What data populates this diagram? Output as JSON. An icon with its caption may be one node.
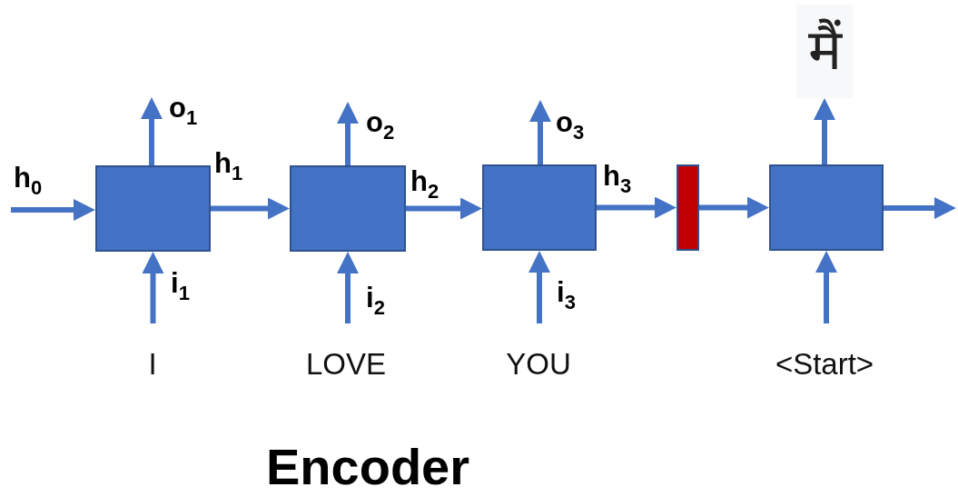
{
  "diagram": {
    "caption": "Encoder",
    "nodes": [
      {
        "text": [],
        "shape": "box"
      },
      {
        "text": [],
        "shape": "box"
      },
      {
        "text": [],
        "shape": "box"
      },
      {
        "text": [],
        "shape": "bar"
      },
      {
        "text": [],
        "shape": "box"
      },
      {
        "text": [
          "I"
        ]
      },
      {
        "text": [
          "LOVE"
        ]
      },
      {
        "text": [
          "YOU"
        ]
      },
      {
        "text": [
          "<Start>"
        ]
      },
      {
        "text": [
          "मैं"
        ]
      }
    ],
    "edges": [
      {
        "from": null,
        "to": 0,
        "arrow": "to",
        "label": "h$_{0}$"
      },
      {
        "from": 0,
        "to": 1,
        "arrow": "to",
        "label": "h$_{1}$"
      },
      {
        "from": 1,
        "to": 2,
        "arrow": "to",
        "label": "h$_{2}$"
      },
      {
        "from": 2,
        "to": 3,
        "arrow": "to",
        "label": "h$_{3}$"
      },
      {
        "from": 3,
        "to": 4,
        "arrow": "to"
      },
      {
        "from": 4,
        "to": null,
        "arrow": "to"
      },
      {
        "from": 5,
        "to": 0,
        "arrow": "to",
        "label": "i$_{1}$"
      },
      {
        "from": 6,
        "to": 1,
        "arrow": "to",
        "label": "i$_{2}$"
      },
      {
        "from": 7,
        "to": 2,
        "arrow": "to",
        "label": "i$_{3}$"
      },
      {
        "from": 8,
        "to": 4,
        "arrow": "to"
      },
      {
        "from": 0,
        "to": null,
        "arrow": "to",
        "label": "o$_{1}$"
      },
      {
        "from": 1,
        "to": null,
        "arrow": "to",
        "label": "o$_{2}$"
      },
      {
        "from": 2,
        "to": null,
        "arrow": "to",
        "label": "o$_{3}$"
      },
      {
        "from": 4,
        "to": 9,
        "arrow": "to"
      }
    ]
  }
}
